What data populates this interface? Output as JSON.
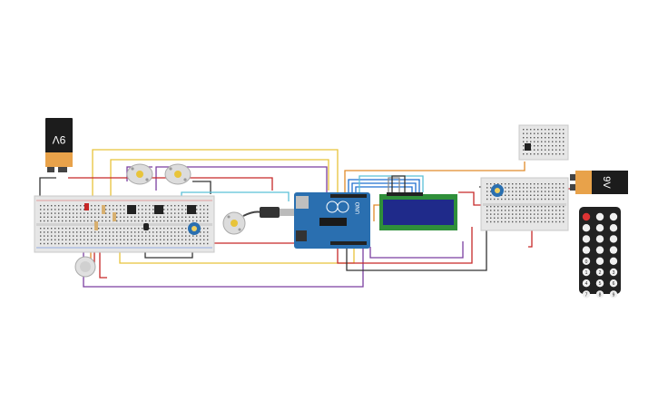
{
  "canvas": {
    "background": "#ffffff"
  },
  "battery_left": {
    "label": "9V",
    "body_color": "#1c1c1c",
    "cap_color": "#e8a24a"
  },
  "battery_right": {
    "label": "9V",
    "body_color": "#1c1c1c",
    "cap_color": "#e8a24a"
  },
  "arduino": {
    "label": "UNO",
    "board_color": "#2a6fb0"
  },
  "lcd": {
    "screen_color": "#1f2a8a",
    "board_color": "#2f8f3a"
  },
  "remote": {
    "body_color": "#222222",
    "buttons": [
      "",
      "",
      "",
      "",
      "",
      "",
      "",
      "",
      "",
      "",
      "",
      "",
      "0",
      "",
      "",
      "1",
      "2",
      "3",
      "4",
      "5",
      "6",
      "7",
      "8",
      "9"
    ]
  },
  "wire_colors": {
    "red": "#c62828",
    "black": "#333333",
    "yellow": "#e8c43a",
    "purple": "#7b3fa0",
    "orange": "#e08a2a",
    "blue": "#1e6fd0",
    "cyan": "#5bc0d8",
    "gray": "#888888"
  }
}
